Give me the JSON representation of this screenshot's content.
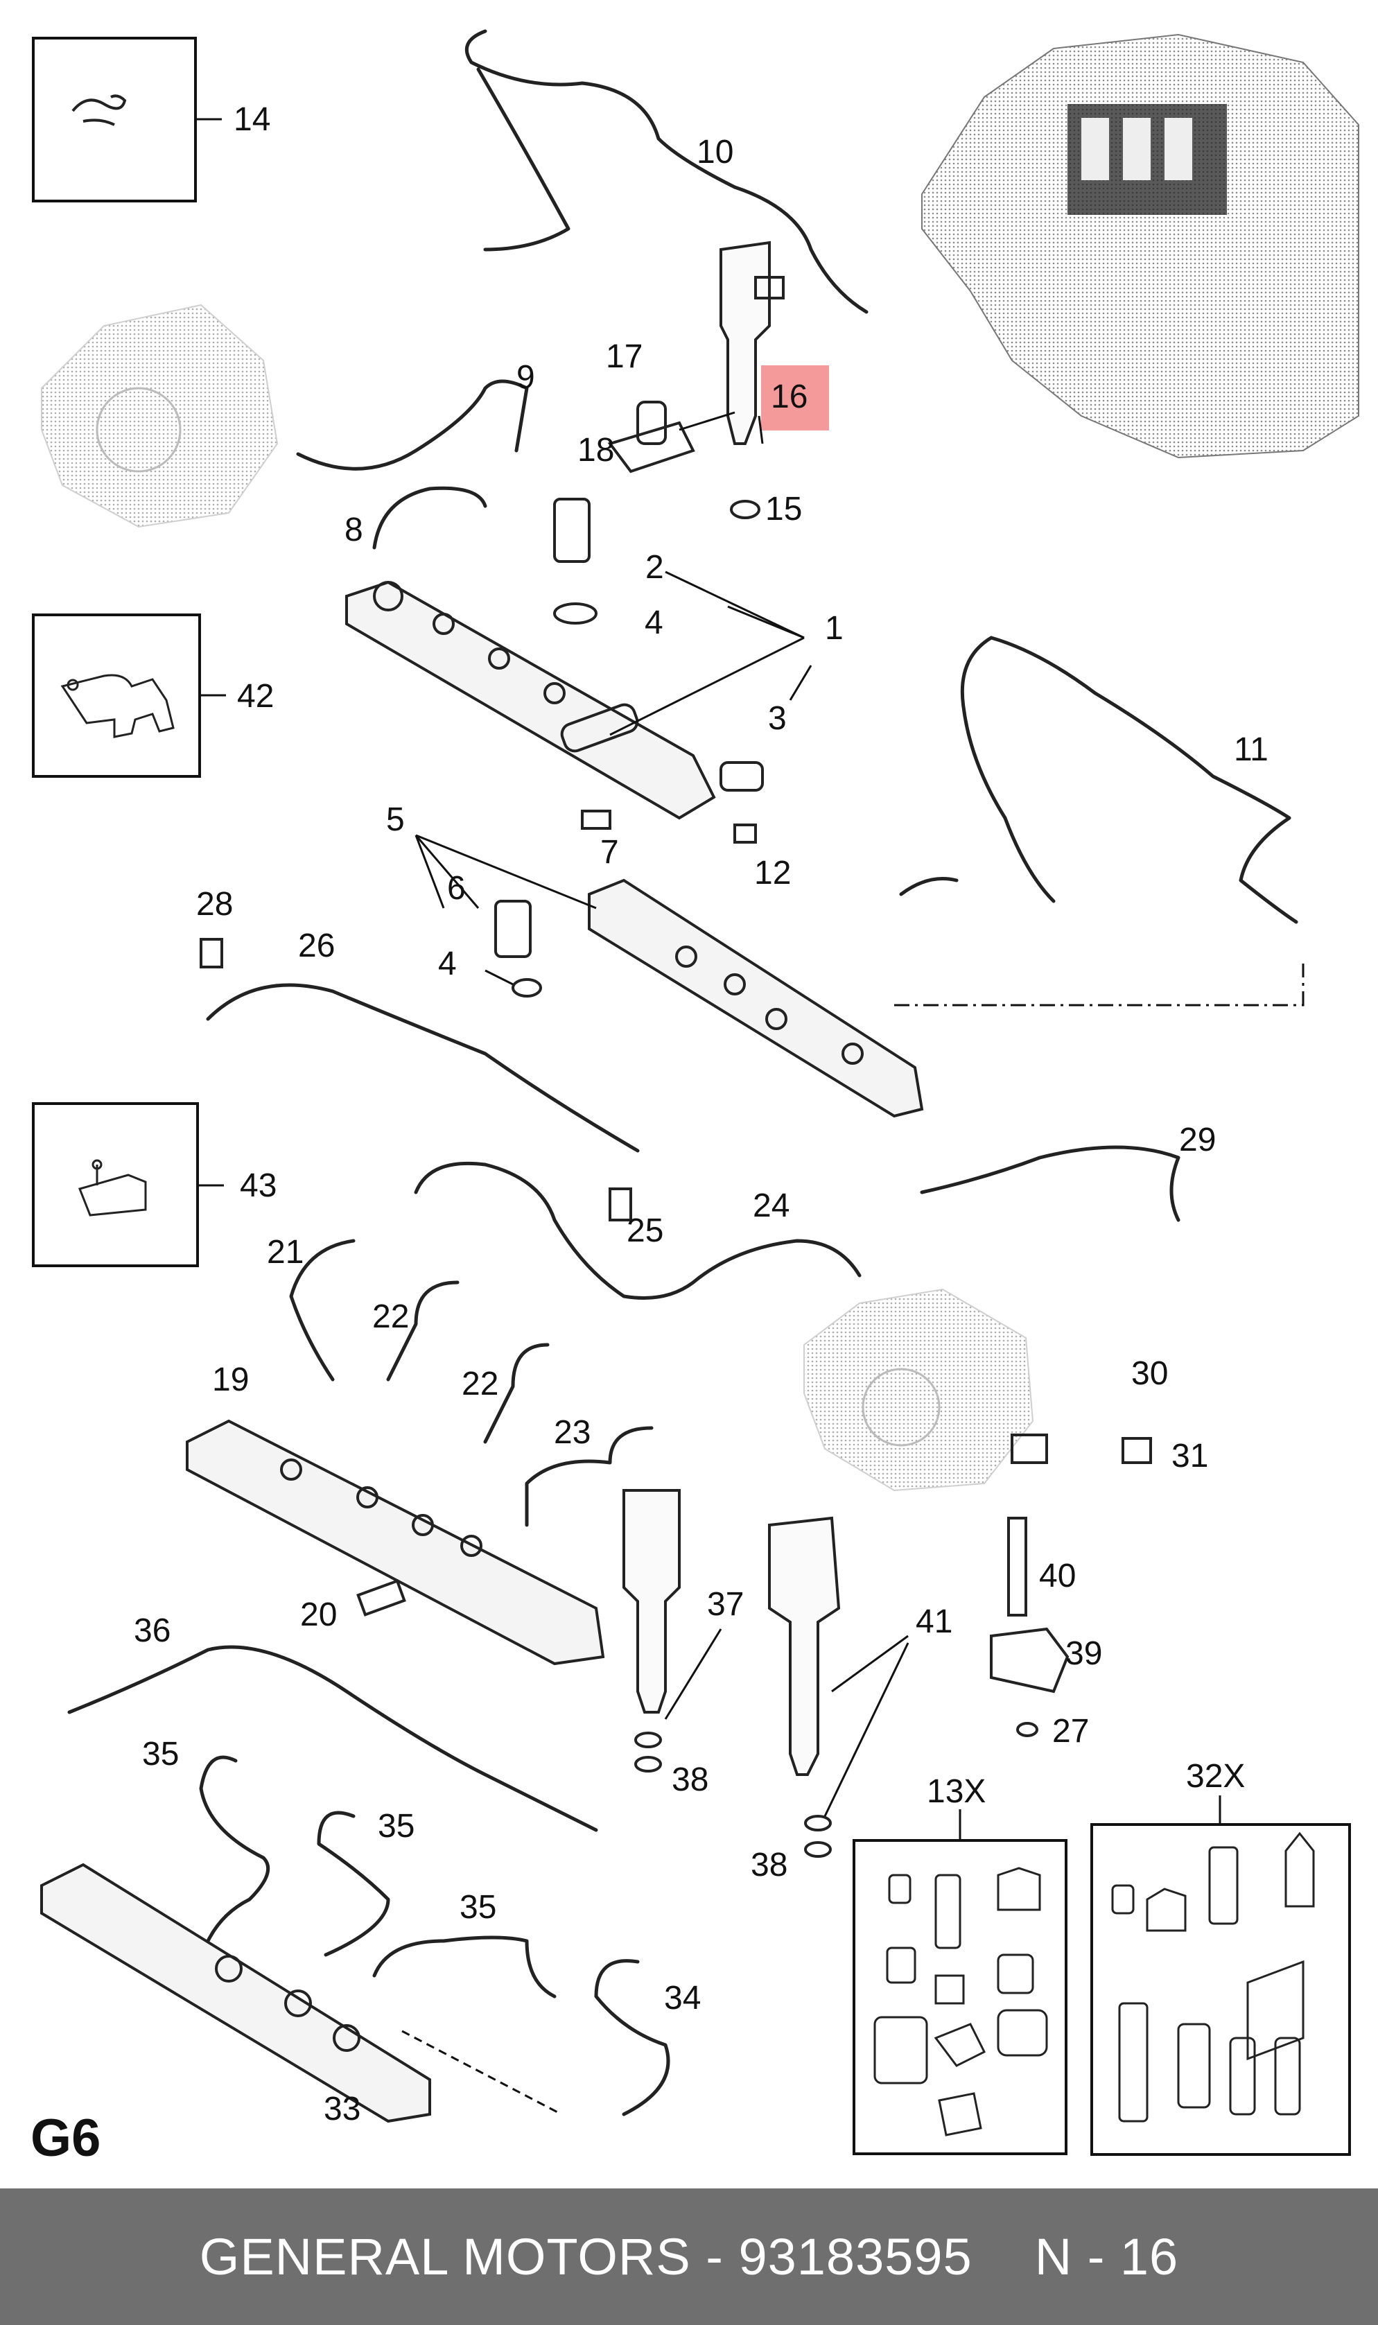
{
  "page_label": "G6",
  "footer": {
    "brand": "GENERAL MOTORS",
    "dash": "-",
    "part_number": "93183595",
    "ref": "N - 16"
  },
  "highlight_color": "#f49a9a",
  "footer_color": "#6f6f6f",
  "callouts": {
    "c1": "1",
    "c2": "2",
    "c3": "3",
    "c4a": "4",
    "c4b": "4",
    "c5": "5",
    "c6": "6",
    "c7": "7",
    "c8": "8",
    "c9": "9",
    "c10": "10",
    "c11": "11",
    "c12": "12",
    "c13x": "13X",
    "c14": "14",
    "c15": "15",
    "c16": "16",
    "c17": "17",
    "c18": "18",
    "c19": "19",
    "c20": "20",
    "c21": "21",
    "c22a": "22",
    "c22b": "22",
    "c23": "23",
    "c24": "24",
    "c25": "25",
    "c26": "26",
    "c27": "27",
    "c28": "28",
    "c29": "29",
    "c30": "30",
    "c31": "31",
    "c32x": "32X",
    "c33": "33",
    "c34": "34",
    "c35a": "35",
    "c35b": "35",
    "c35c": "35",
    "c36": "36",
    "c37": "37",
    "c38a": "38",
    "c38b": "38",
    "c39": "39",
    "c40": "40",
    "c41": "41",
    "c42": "42",
    "c43": "43"
  }
}
